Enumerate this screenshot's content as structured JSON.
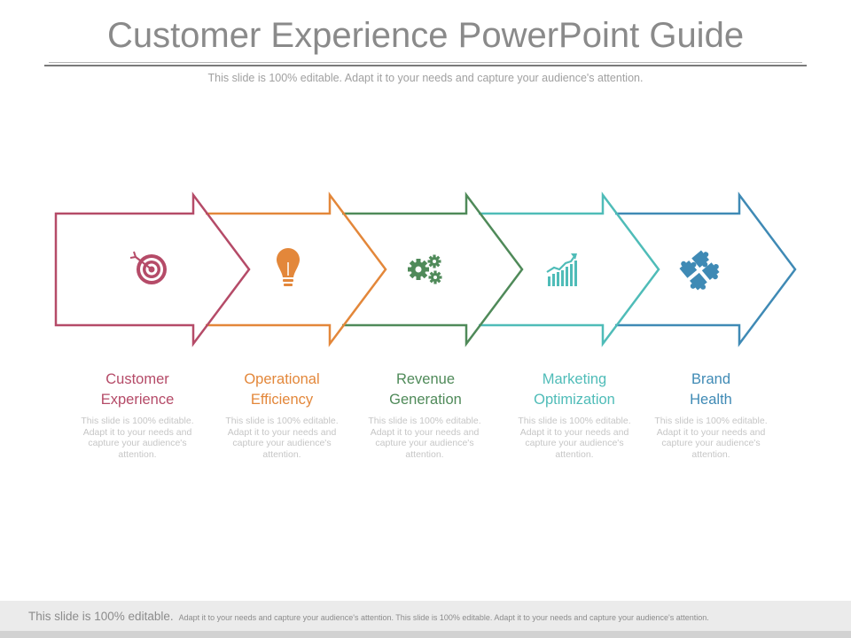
{
  "title": "Customer Experience PowerPoint Guide",
  "subtitle": "This slide is 100% editable. Adapt it to your needs and capture your audience's attention.",
  "steps": [
    {
      "label": "Customer\nExperience",
      "desc": "This slide is 100% editable. Adapt it to your needs and capture your audience's attention.",
      "color": "#b54b68",
      "icon": "target-icon"
    },
    {
      "label": "Operational\nEfficiency",
      "desc": "This slide is 100% editable. Adapt it to your needs and capture your audience's attention.",
      "color": "#e3873a",
      "icon": "lightbulb-icon"
    },
    {
      "label": "Revenue\nGeneration",
      "desc": "This slide is 100% editable. Adapt it to your needs and capture your audience's attention.",
      "color": "#4f8a59",
      "icon": "gears-icon"
    },
    {
      "label": "Marketing\nOptimization",
      "desc": "This slide is 100% editable. Adapt it to your needs and capture your audience's attention.",
      "color": "#4fbcb8",
      "icon": "growth-chart-icon"
    },
    {
      "label": "Brand\nHealth",
      "desc": "This slide is 100% editable. Adapt it to your needs and capture your audience's attention.",
      "color": "#3f8ab5",
      "icon": "puzzle-icon"
    }
  ],
  "footer": {
    "lead": "This slide is 100% editable.",
    "rest": "Adapt it to your needs and capture your audience's attention. This slide is 100% editable. Adapt it to your needs and capture your audience's attention."
  }
}
